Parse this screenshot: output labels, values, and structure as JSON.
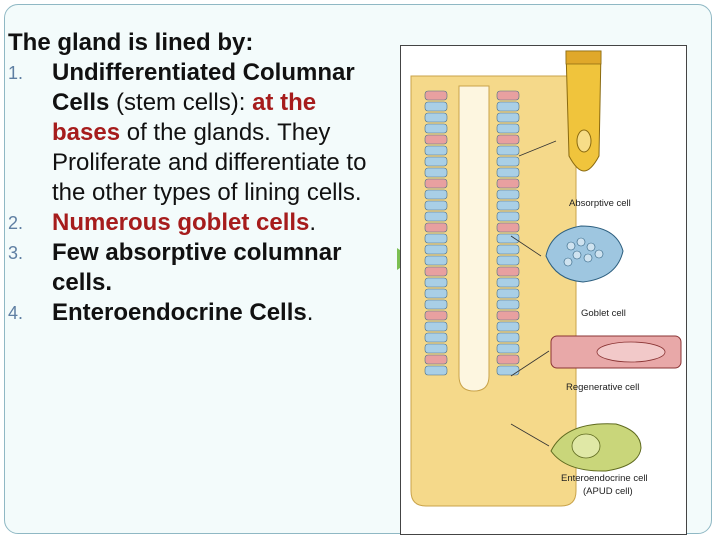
{
  "slide": {
    "heading": "The gland is lined by:",
    "items": [
      {
        "num": "1.",
        "a": "Undifferentiated Columnar Cells",
        "b": " (stem cells): ",
        "c": "at the bases",
        "d": " of the glands. They Proliferate and differentiate to the other types of lining cells."
      },
      {
        "num": "2.",
        "a": " Numerous goblet cells",
        "b": "."
      },
      {
        "num": "3.",
        "a": "Few absorptive columnar cells."
      },
      {
        "num": "4.",
        "a": "Enteroendocrine Cells",
        "b": "."
      }
    ]
  },
  "figure": {
    "labels": {
      "absorptive": "Absorptive cell",
      "goblet": "Goblet cell",
      "regenerative": "Regenerative cell",
      "enteroendocrine_1": "Enteroendocrine cell",
      "enteroendocrine_2": "(APUD cell)"
    },
    "colors": {
      "gland_wall": "#f5d98a",
      "cell_blue": "#a9cfe6",
      "cell_pink": "#e8a0a0",
      "absorptive": "#f0c43c",
      "goblet": "#9ec6e0",
      "regenerative": "#e8a8a8",
      "enteroendocrine": "#c9d67a",
      "pointer": "#7cbf52"
    }
  }
}
